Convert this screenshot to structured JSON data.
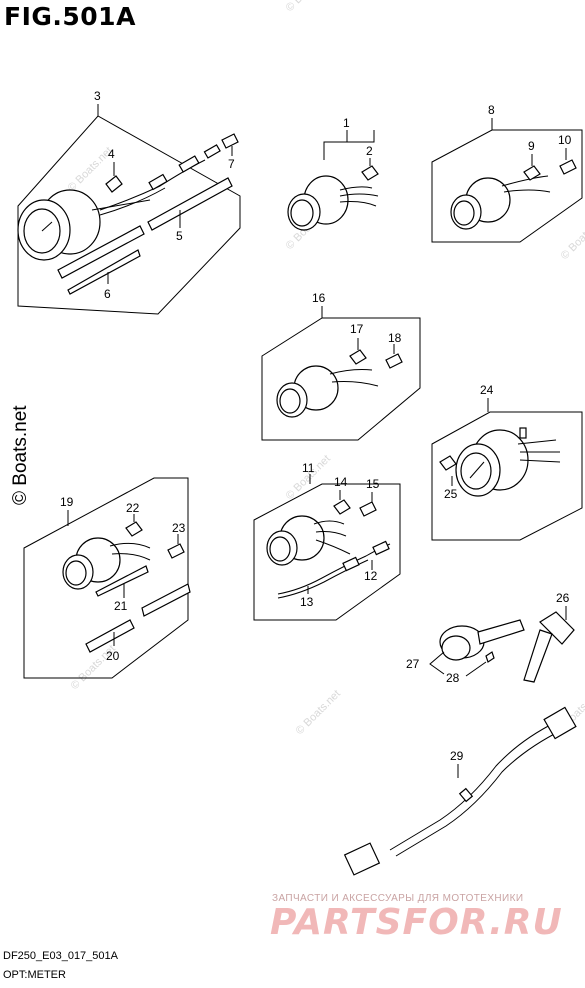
{
  "figure": {
    "title": "FIG.501A",
    "code": "DF250_E03_017_501A",
    "name": "OPT:METER"
  },
  "watermarks": {
    "main": "© Boats.net",
    "repeated": "© Boats.net",
    "ru_text": "ЗАПЧАСТИ И АКСЕССУАРЫ ДЛЯ МОТОТЕХНИКИ",
    "ru_logo": "PARTSFOR.RU"
  },
  "callouts": {
    "c1": "1",
    "c2": "2",
    "c3": "3",
    "c4": "4",
    "c5": "5",
    "c6": "6",
    "c7": "7",
    "c8": "8",
    "c9": "9",
    "c10": "10",
    "c11": "11",
    "c12": "12",
    "c13": "13",
    "c14": "14",
    "c15": "15",
    "c16": "16",
    "c17": "17",
    "c18": "18",
    "c19": "19",
    "c20": "20",
    "c21": "21",
    "c22": "22",
    "c23": "23",
    "c24": "24",
    "c25": "25",
    "c26": "26",
    "c27": "27",
    "c28": "28",
    "c29": "29"
  }
}
